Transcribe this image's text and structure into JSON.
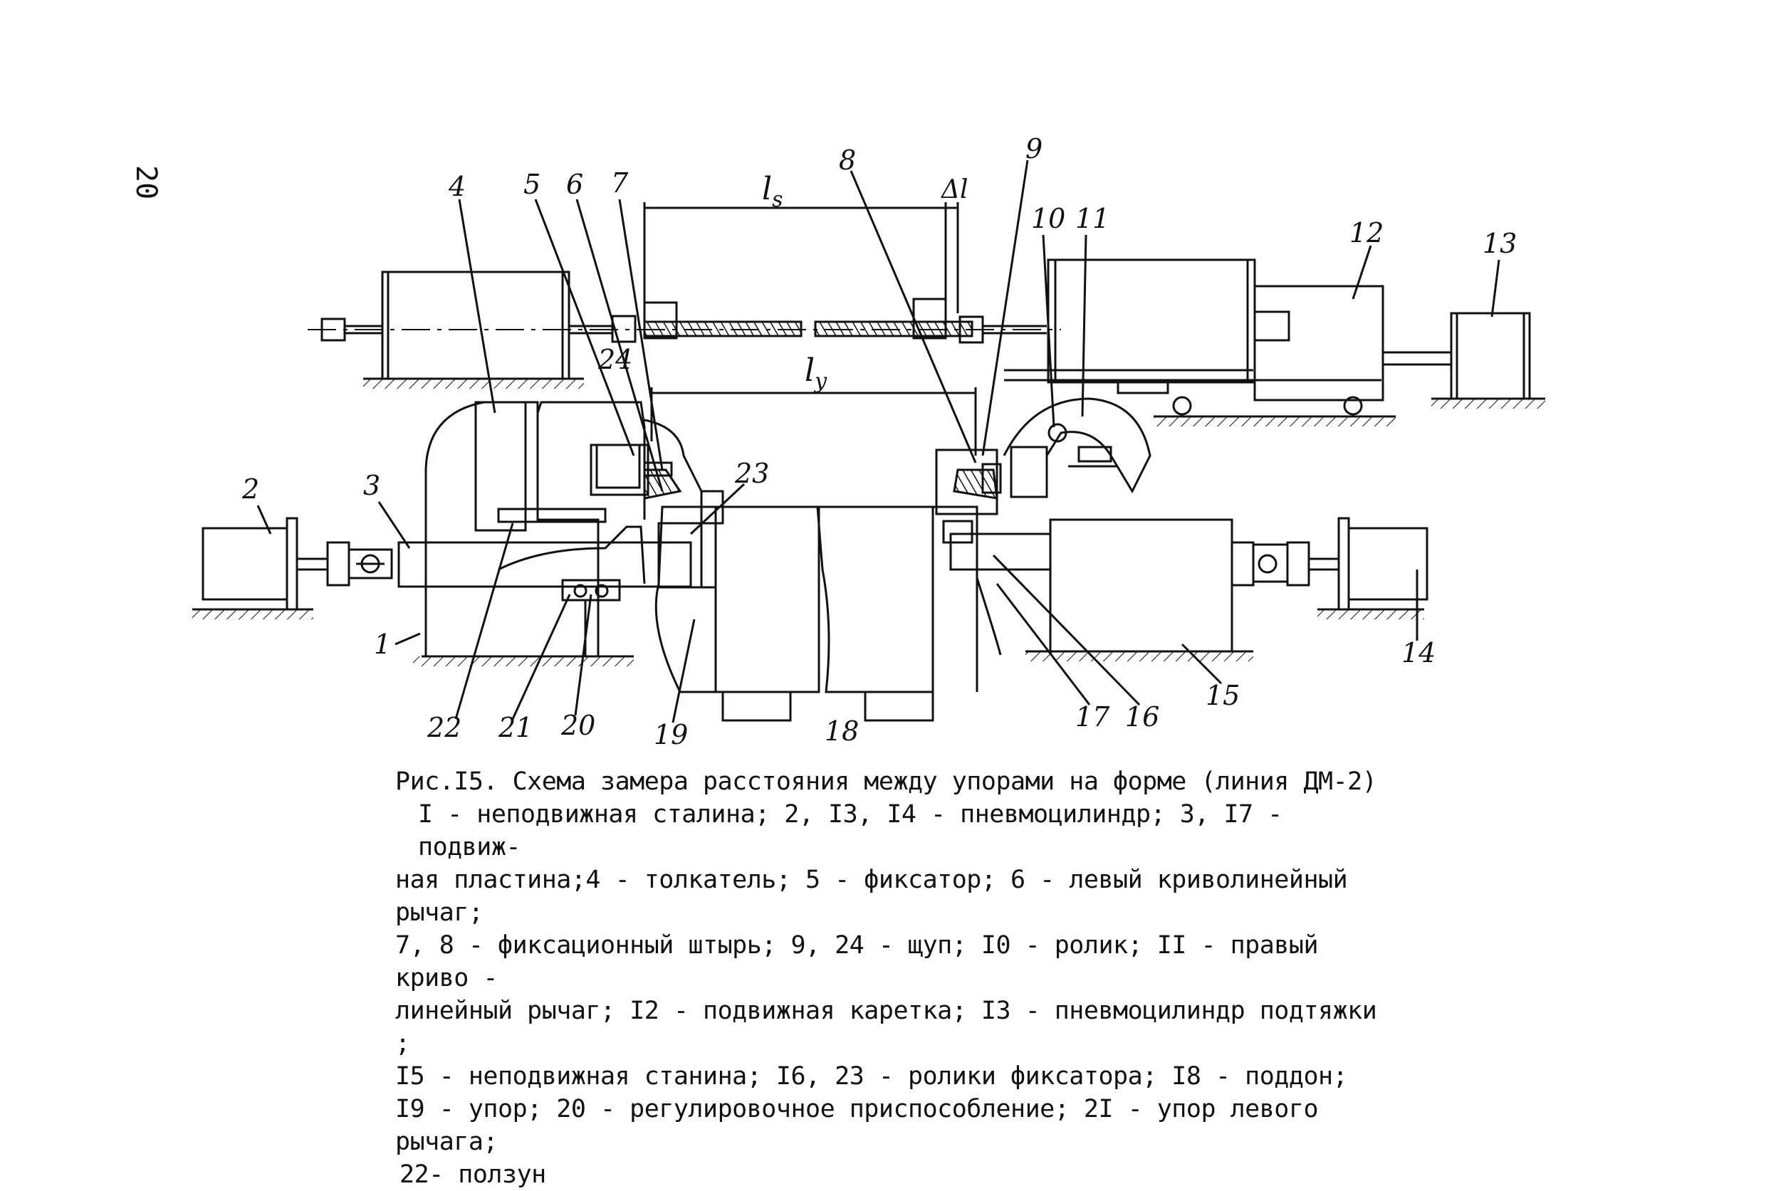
{
  "page_number": "20",
  "figure": {
    "dimensions": {
      "ls": "l",
      "ls_sub": "s",
      "ly": "l",
      "ly_sub": "y",
      "dl": "Δl"
    },
    "callouts": [
      "1",
      "2",
      "3",
      "4",
      "5",
      "6",
      "7",
      "8",
      "9",
      "10",
      "11",
      "12",
      "13",
      "14",
      "15",
      "16",
      "17",
      "18",
      "19",
      "20",
      "21",
      "22",
      "23",
      "24"
    ]
  },
  "caption": {
    "title": "Рис.I5. Схема замера расстояния между упорами на форме (линия ДМ-2)",
    "lines": [
      "I - неподвижная сталина; 2, I3, I4 - пневмоцилиндр; 3, I7 - подвиж-",
      "ная пластина;4 - толкатель; 5 - фиксатор; 6 - левый криволинейный рычаг;",
      "7, 8 - фиксационный штырь; 9, 24 - щуп; I0 - ролик; II - правый криво -",
      "линейный рычаг; I2 - подвижная каретка; I3 - пневмоцилиндр подтяжки   ;",
      "I5 - неподвижная станина; I6, 23 - ролики фиксатора; I8 - поддон;",
      "I9 - упор; 20 - регулировочное приспособление; 2I - упор левого рычага;",
      "22- ползун"
    ]
  }
}
